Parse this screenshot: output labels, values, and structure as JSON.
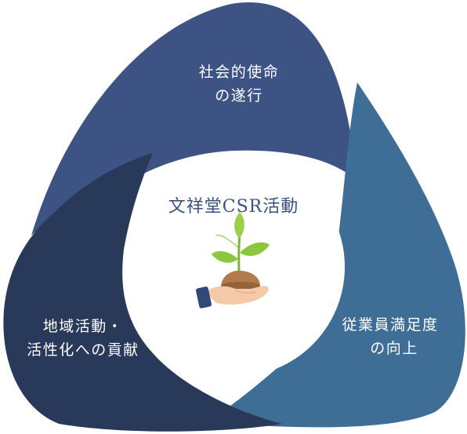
{
  "diagram": {
    "center_title": "文祥堂CSR活動",
    "segments": [
      {
        "line1": "社会的使命",
        "line2": "の遂行",
        "color": "#3d5383"
      },
      {
        "line1": "従業員満足度",
        "line2": "の向上",
        "color": "#3e6e95"
      },
      {
        "line1": "地域活動・",
        "line2": "活性化への貢献",
        "color": "#28395a"
      }
    ],
    "center_icon": "hand-holding-plant-icon"
  }
}
